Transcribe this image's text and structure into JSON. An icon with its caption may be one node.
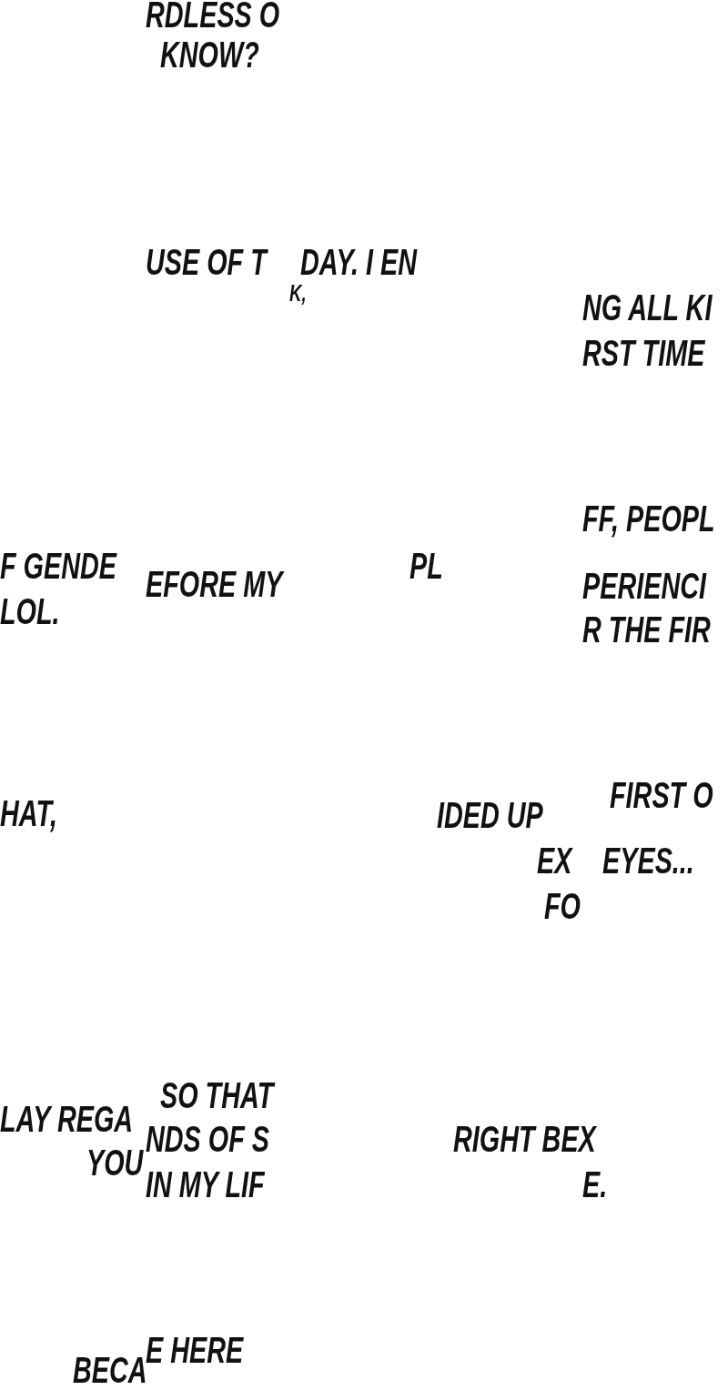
{
  "diagram": {
    "labels": [
      "RDLESS O",
      "KNOW?",
      "USE OF T",
      "DAY. I EN",
      "K,",
      "NG ALL KI",
      "RST TIME",
      "FF, PEOPL",
      "F GENDE",
      "EFORE MY",
      "PL",
      "PERIENCI",
      "LOL.",
      "R THE FIR",
      "FIRST O",
      "HAT,",
      "IDED UP",
      "EX",
      "EYES...",
      "FO",
      "SO THAT",
      "LAY REGA",
      "NDS OF S",
      "RIGHT BEX",
      "YOU",
      "IN MY LIF",
      "E.",
      "E HERE",
      "BECA"
    ]
  }
}
